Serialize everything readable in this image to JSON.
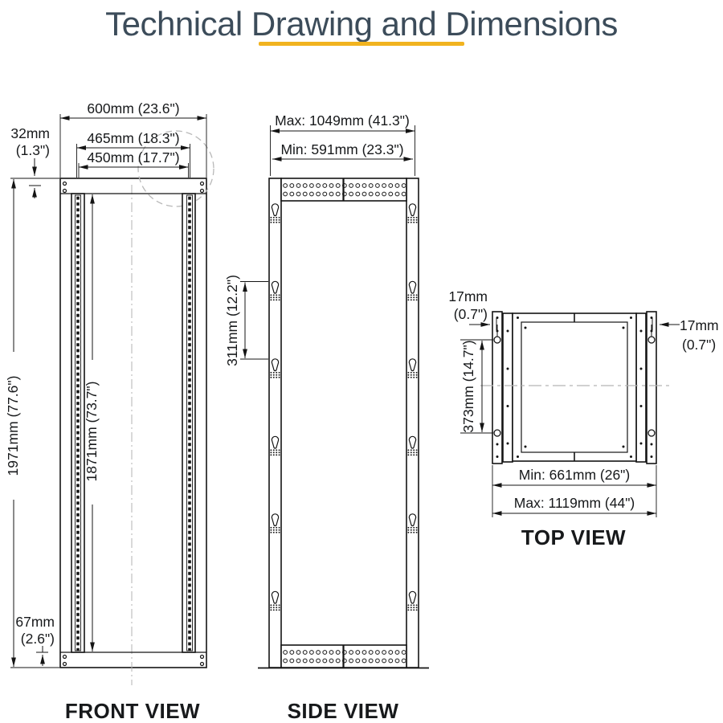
{
  "title": "Technical Drawing and Dimensions",
  "colors": {
    "accent": "#F1B31F",
    "title_text": "#3C4C5A",
    "line": "#141414"
  },
  "views": {
    "front": {
      "label": "FRONT VIEW",
      "width_total": "600mm (23.6\")",
      "width_hole_centers": "465mm (18.3\")",
      "width_opening": "450mm (17.7\")",
      "top_rail_mm": "32mm",
      "top_rail_in": "(1.3\")",
      "height_total": "1971mm (77.6\")",
      "height_rail": "1871mm (73.7\")",
      "bottom_rail_mm": "67mm",
      "bottom_rail_in": "(2.6\")"
    },
    "side": {
      "label": "SIDE VIEW",
      "depth_max": "Max: 1049mm (41.3\")",
      "depth_min": "Min: 591mm (23.3\")",
      "keyhole_spacing": "311mm (12.2\")"
    },
    "top": {
      "label": "TOP VIEW",
      "flange_left_mm": "17mm",
      "flange_left_in": "(0.7\")",
      "flange_right_mm": "17mm",
      "flange_right_in": "(0.7\")",
      "hole_spacing": "373mm (14.7\")",
      "width_min": "Min: 661mm (26\")",
      "width_max": "Max: 1119mm (44\")"
    }
  }
}
